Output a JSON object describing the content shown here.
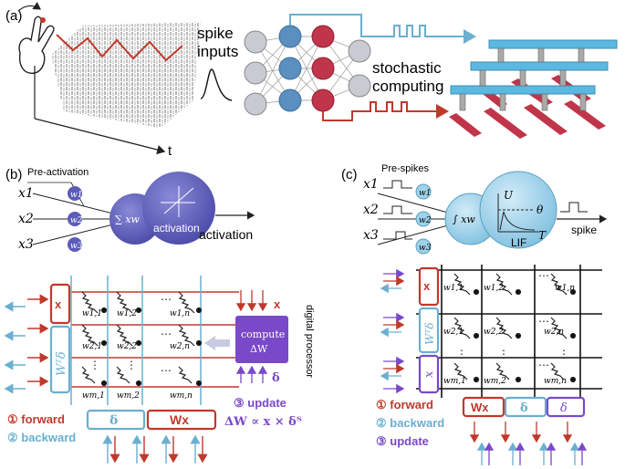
{
  "panel_a": {
    "label": "(a)",
    "spike_inputs": [
      "spike",
      "inputs"
    ],
    "stochastic_computing": [
      "stochastic",
      "computing"
    ],
    "time_axis": "t"
  },
  "panel_b": {
    "label": "(b)",
    "pre_activation": "Pre-activation",
    "inputs": [
      "x1",
      "x2",
      "x3"
    ],
    "weights": [
      "w1",
      "w2",
      "w3"
    ],
    "sum_label": "∑ xw",
    "activation_node": "activation",
    "output": "activation",
    "left_x": "x",
    "left_wtd": "Wᵀδ",
    "cells": [
      "w1,1",
      "w1,2",
      "w1,n",
      "w2,1",
      "w2,2",
      "w2,n",
      "wm,1",
      "wm,2",
      "wm,n"
    ],
    "bottom_delta": "δ",
    "bottom_wx": "Wx",
    "processor_title": "compute",
    "processor_sub": "ΔW",
    "processor_side": "digital processor",
    "proc_x": "x",
    "proc_delta": "δ",
    "update_line": "③ update",
    "update_eq": "ΔW ∝ x × δᵀ",
    "legend_forward": "① forward",
    "legend_backward": "② backward"
  },
  "panel_c": {
    "label": "(c)",
    "pre_spikes": "Pre-spikes",
    "inputs": [
      "x1",
      "x2",
      "x3"
    ],
    "weights": [
      "w1",
      "w2",
      "w3"
    ],
    "sum_label": "∫ xw",
    "lif_U": "U",
    "lif_theta": "θ",
    "lif_T": "T",
    "lif_label": "LIF",
    "output": "spike",
    "left_x": "x",
    "left_wtd": "Wᵀδ",
    "left_x2": "x",
    "cells": [
      "w1,1",
      "w1,2",
      "w1,n",
      "w2,1",
      "w2,2",
      "w2,n",
      "wm,1",
      "wm,2",
      "wm,n"
    ],
    "bottom_wx": "Wx",
    "bottom_delta": "δ",
    "bottom_delta2": "δ",
    "legend_forward": "① forward",
    "legend_backward": "② backward",
    "legend_update": "③ update"
  },
  "colors": {
    "red": "#c0392b",
    "blue": "#6aafd0",
    "purple": "#7a49c9",
    "node_blue": "#5a8fc0",
    "node_red": "#c0354a",
    "neuron": "#5c5cb8",
    "neuron_light": "#9fd2ea"
  }
}
